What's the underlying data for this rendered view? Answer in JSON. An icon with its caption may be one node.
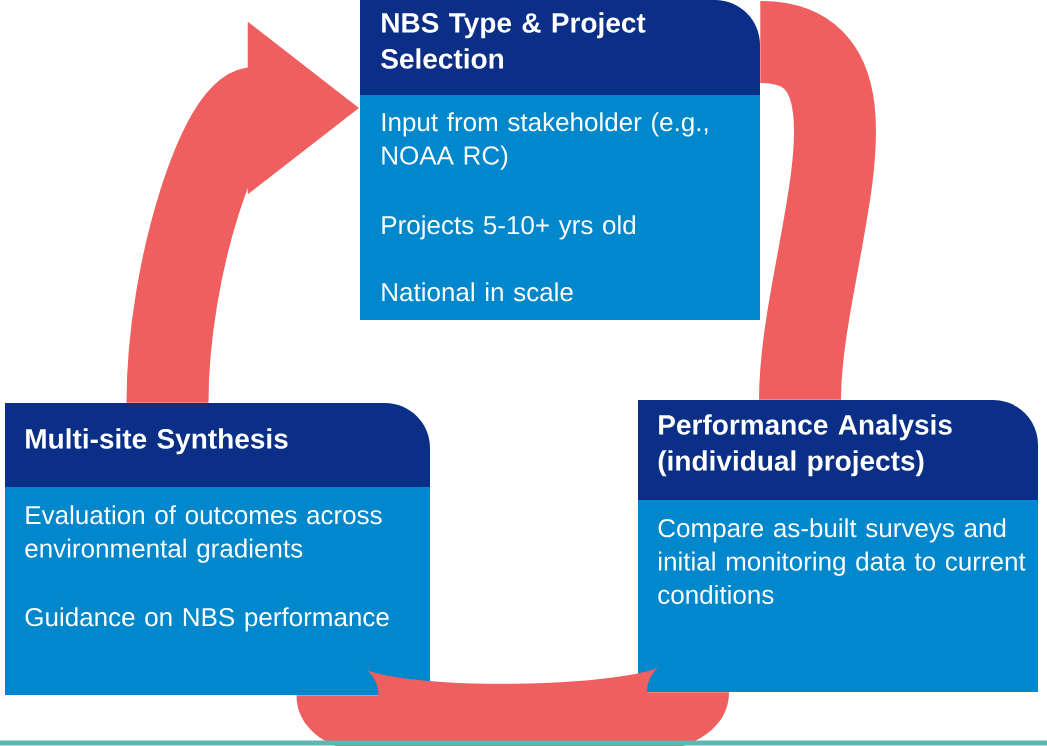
{
  "diagram": {
    "nodes": [
      {
        "text": [
          "NBS Type & Project Selection",
          "Input from stakeholder (e.g., NOAA RC)",
          "Projects 5-10+ yrs old",
          "National in scale"
        ]
      },
      {
        "text": [
          "Performance Analysis (individual projects)",
          "Compare as-built surveys and initial monitoring data to current conditions"
        ]
      },
      {
        "text": [
          "Multi-site Synthesis",
          "Evaluation of outcomes across environmental gradients",
          "Guidance on NBS performance"
        ]
      }
    ],
    "edges": [
      {
        "from": 0,
        "to": 1,
        "arrow": "none"
      },
      {
        "from": 1,
        "to": 2,
        "arrow": "none"
      },
      {
        "from": 2,
        "to": 0,
        "arrow": "to"
      }
    ]
  }
}
